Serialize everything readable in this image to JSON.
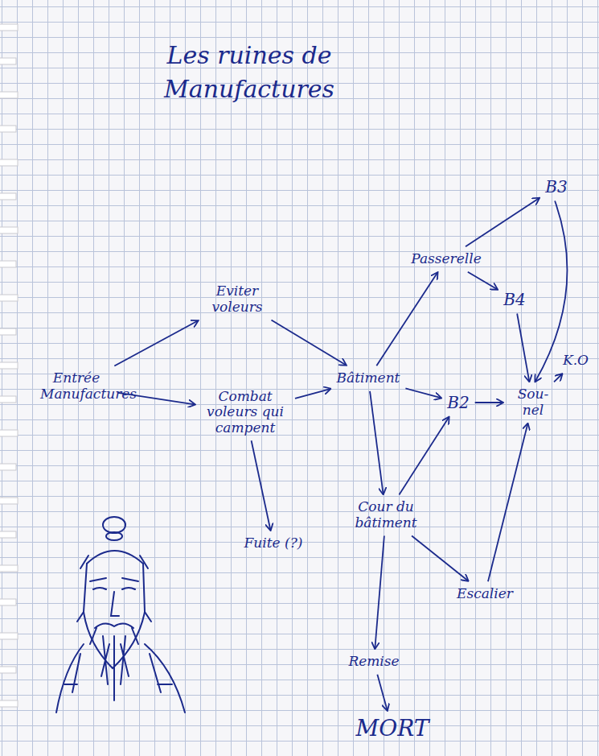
{
  "diagram": {
    "title": "Les ruines de Manufactures",
    "nodes": [
      {
        "text": [
          "Entrée Manufactures"
        ]
      },
      {
        "text": [
          "Eviter voleurs"
        ]
      },
      {
        "text": [
          "Combat voleurs qui campent"
        ]
      },
      {
        "text": [
          "Fuite (?)"
        ]
      },
      {
        "text": [
          "Bâtiment"
        ]
      },
      {
        "text": [
          "Passerelle"
        ]
      },
      {
        "text": [
          "B3"
        ]
      },
      {
        "text": [
          "B4"
        ]
      },
      {
        "text": [
          "B2"
        ]
      },
      {
        "text": [
          "Cour du bâtiment"
        ]
      },
      {
        "text": [
          "Escalier"
        ]
      },
      {
        "text": [
          "Sou-nel"
        ]
      },
      {
        "text": [
          "K.O"
        ]
      },
      {
        "text": [
          "Remise"
        ]
      },
      {
        "text": [
          "MORT"
        ]
      }
    ],
    "edges": [
      {
        "from": 0,
        "to": 1,
        "arrow": "to"
      },
      {
        "from": 0,
        "to": 2,
        "arrow": "to"
      },
      {
        "from": 1,
        "to": 4,
        "arrow": "to"
      },
      {
        "from": 2,
        "to": 4,
        "arrow": "to"
      },
      {
        "from": 2,
        "to": 3,
        "arrow": "to"
      },
      {
        "from": 4,
        "to": 5,
        "arrow": "to"
      },
      {
        "from": 4,
        "to": 8,
        "arrow": "to"
      },
      {
        "from": 4,
        "to": 9,
        "arrow": "to"
      },
      {
        "from": 5,
        "to": 6,
        "arrow": "to"
      },
      {
        "from": 5,
        "to": 7,
        "arrow": "to"
      },
      {
        "from": 6,
        "to": 11,
        "arrow": "to"
      },
      {
        "from": 7,
        "to": 11,
        "arrow": "to"
      },
      {
        "from": 8,
        "to": 11,
        "arrow": "to"
      },
      {
        "from": 9,
        "to": 8,
        "arrow": "to"
      },
      {
        "from": 9,
        "to": 10,
        "arrow": "to"
      },
      {
        "from": 9,
        "to": 13,
        "arrow": "to"
      },
      {
        "from": 10,
        "to": 11,
        "arrow": "to"
      },
      {
        "from": 11,
        "to": 12,
        "arrow": "to"
      },
      {
        "from": 13,
        "to": 14,
        "arrow": "to"
      }
    ]
  }
}
